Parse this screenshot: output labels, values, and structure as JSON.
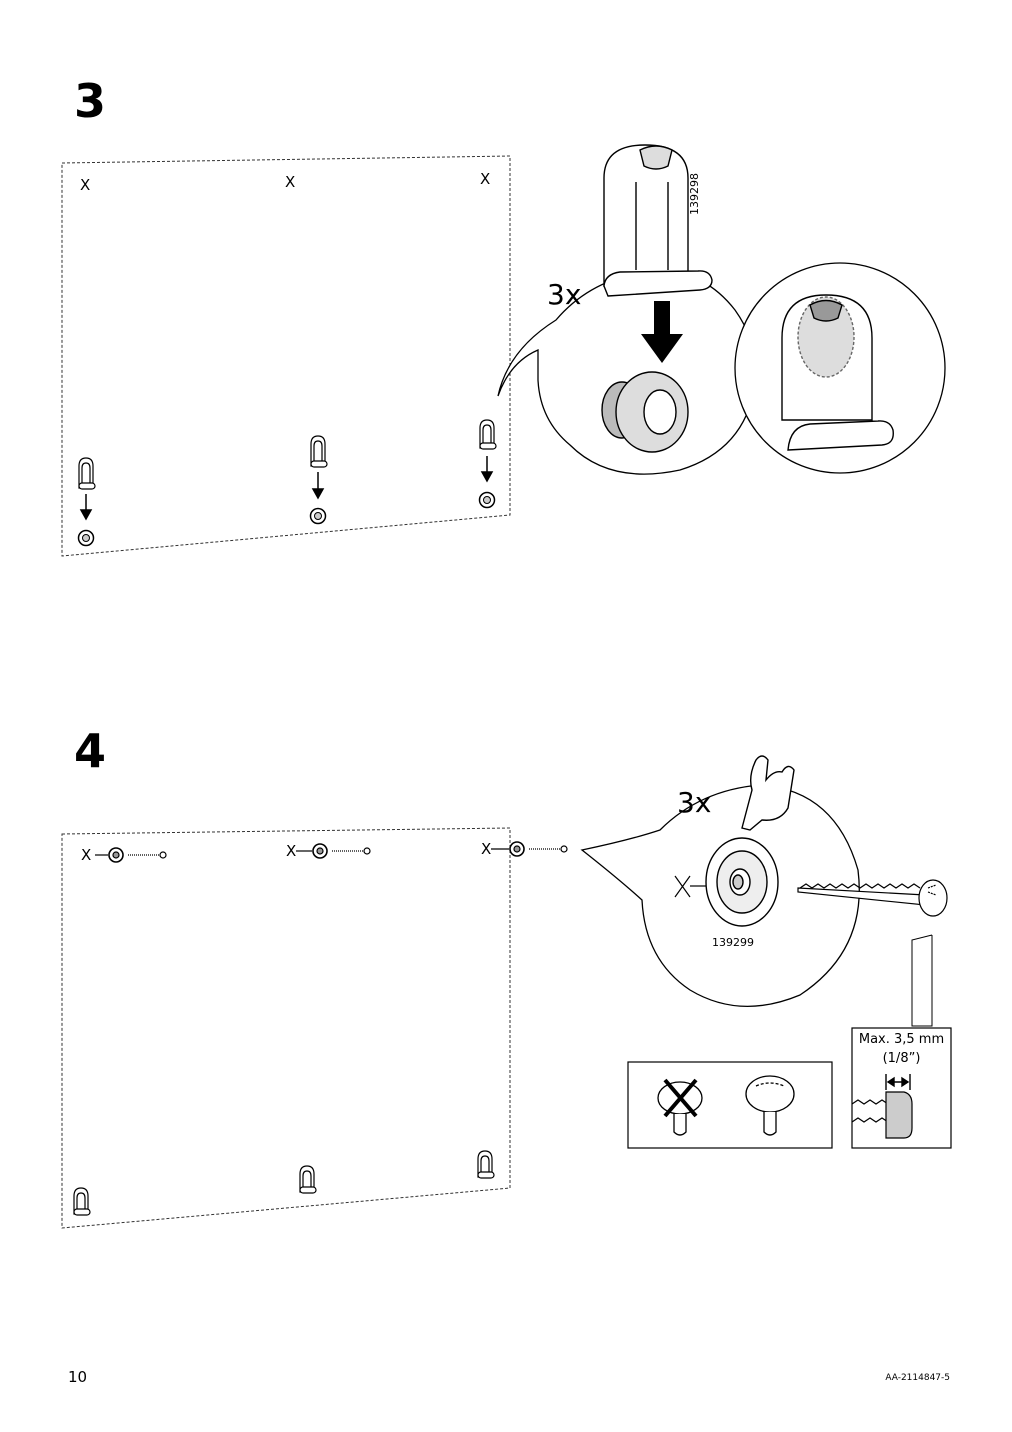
{
  "steps": {
    "step3": {
      "number": "3",
      "mark": "X",
      "quantity": "3x",
      "part_number": "139298"
    },
    "step4": {
      "number": "4",
      "mark": "X",
      "quantity": "3x",
      "part_number": "139299",
      "max_label": "Max. 3,5 mm",
      "max_label_imperial": "(1/8”)"
    }
  },
  "footer": {
    "page_number": "10",
    "doc_code": "AA-2114847-5"
  }
}
